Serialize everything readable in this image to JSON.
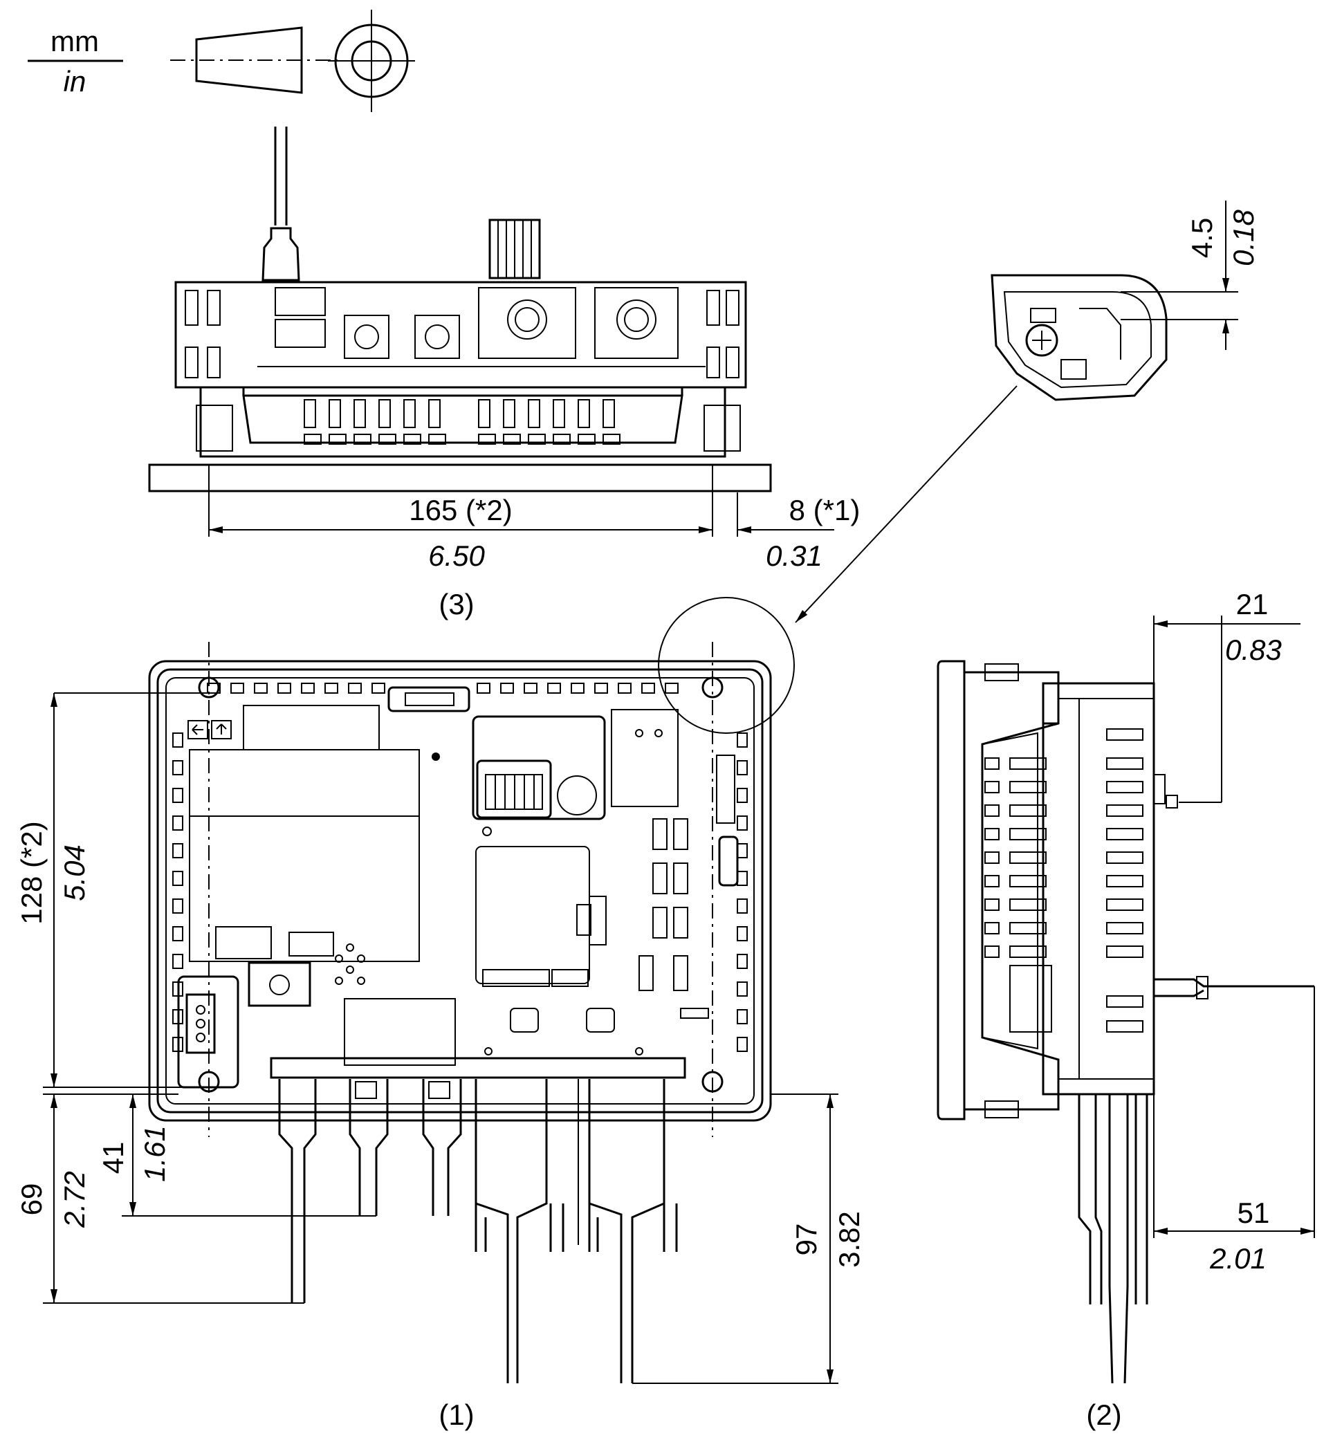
{
  "unit_legend": {
    "metric": "mm",
    "imperial": "in"
  },
  "views": {
    "front": "(1)",
    "side": "(2)",
    "top": "(3)"
  },
  "dimensions": {
    "top_width": {
      "mm": "165 (*2)",
      "in": "6.50"
    },
    "top_bezel": {
      "mm": "8 (*1)",
      "in": "0.31"
    },
    "detail_gap": {
      "mm": "4.5",
      "in": "0.18"
    },
    "front_height": {
      "mm": "128 (*2)",
      "in": "5.04"
    },
    "front_cable_69": {
      "mm": "69",
      "in": "2.72"
    },
    "front_cable_41": {
      "mm": "41",
      "in": "1.61"
    },
    "front_cable_97": {
      "mm": "97",
      "in": "3.82"
    },
    "side_21": {
      "mm": "21",
      "in": "0.83"
    },
    "side_51": {
      "mm": "51",
      "in": "2.01"
    }
  },
  "icons": {
    "projection_symbol": "first-angle-projection-icon",
    "orientation_marks": "arrow-left-up-icon"
  }
}
